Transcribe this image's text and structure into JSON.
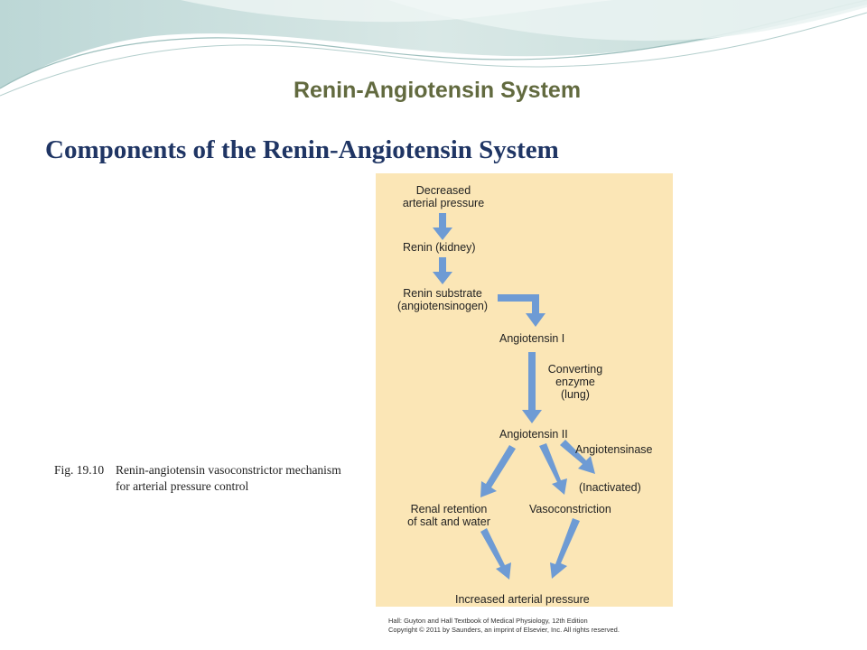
{
  "slide": {
    "title": "Renin-Angiotensin System",
    "subtitle": "Components of the Renin-Angiotensin System"
  },
  "caption": {
    "number": "Fig. 19.10",
    "text": "Renin-angiotensin vasoconstrictor mechanism for arterial pressure control"
  },
  "diagram": {
    "background_color": "#fbe6b6",
    "arrow_color": "#6e9bd4",
    "nodes": {
      "decreased_pressure": "Decreased\narterial pressure",
      "renin": "Renin (kidney)",
      "renin_substrate": "Renin substrate\n(angiotensinogen)",
      "angiotensin_1": "Angiotensin I",
      "converting_enzyme": "Converting\nenzyme\n(lung)",
      "angiotensin_2": "Angiotensin II",
      "angiotensinase": "Angiotensinase",
      "inactivated": "(Inactivated)",
      "renal_retention": "Renal retention\nof salt and water",
      "vasoconstriction": "Vasoconstriction",
      "increased_pressure": "Increased arterial pressure"
    },
    "credit": {
      "line1": "Hall: Guyton and Hall Textbook of Medical Physiology, 12th Edition",
      "line2": "Copyright © 2011 by Saunders, an imprint of Elsevier, Inc. All rights reserved."
    }
  }
}
